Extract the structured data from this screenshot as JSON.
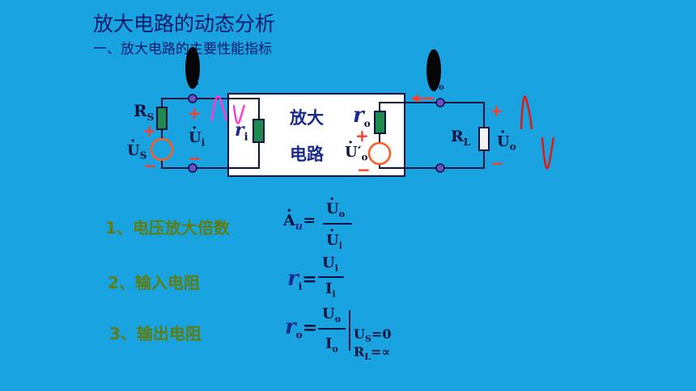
{
  "slide": {
    "title": "放大电路的动态分析",
    "subtitle": "一、放大电路的主要性能指标"
  },
  "circuit": {
    "amp_label_1": "放大",
    "amp_label_2": "电路",
    "rs": "R",
    "rs_sub": "S",
    "us": "U",
    "us_sub": "S",
    "ui": "U",
    "ui_sub": "i",
    "ri": "r",
    "ri_sub": "i",
    "ro": "r",
    "ro_sub": "o",
    "uo_prime": "U′",
    "uo_prime_sub": "o",
    "rl": "R",
    "rl_sub": "L",
    "uo": "U",
    "uo_sub": "o",
    "ii_sub": "i",
    "io_sub": "o",
    "plus": "+",
    "minus": "−"
  },
  "items": [
    {
      "label": "1、电压放大倍数"
    },
    {
      "label": "2、输入电阻"
    },
    {
      "label": "3、输出电阻"
    }
  ],
  "formulas": {
    "au": "A",
    "au_sub": "u",
    "eq": "=",
    "uo": "U",
    "uo_sub": "o",
    "ui": "U",
    "ui_sub": "i",
    "ri": "r",
    "ri_sub": "i",
    "ii": "I",
    "ii_sub": "i",
    "ro": "r",
    "ro_sub": "o",
    "io": "I",
    "io_sub": "o",
    "cond1": "U",
    "cond1_sub": "S",
    "cond1_val": "=0",
    "cond2": "R",
    "cond2_sub": "L",
    "cond2_val": "=∝"
  }
}
